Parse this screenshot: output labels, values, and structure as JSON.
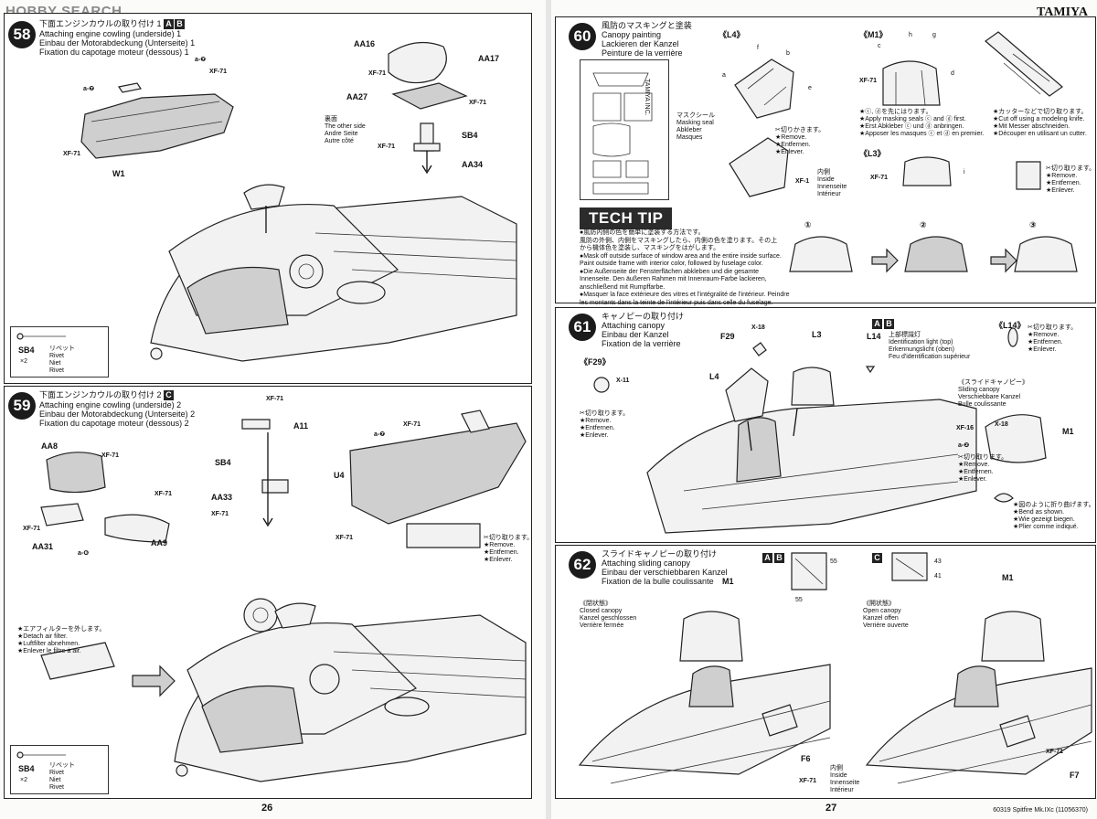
{
  "watermark": "HOBBY SEARCH",
  "brand": "TAMIYA",
  "footer_product": "60319 Spitfire Mk.IXc (11056370)",
  "page_left": "26",
  "page_right": "27",
  "step58": {
    "number": "58",
    "badges": [
      "A",
      "B"
    ],
    "title_jp": "下面エンジンカウルの取り付け 1",
    "title_en": "Attaching engine cowling (underside) 1",
    "title_de": "Einbau der Motorabdeckung (Unterseite) 1",
    "title_fr": "Fixation du capotage moteur (dessous) 1",
    "labels": [
      "AA16",
      "AA17",
      "AA27",
      "SB4",
      "AA34",
      "W1"
    ],
    "paint": "XF-71",
    "decal_a7": "a-❼",
    "other_side": [
      "裏面",
      "The other side",
      "Andre Seite",
      "Autre côté"
    ],
    "rivet_label": "SB4",
    "rivet_qty": "×2",
    "rivet_names": [
      "リベット",
      "Rivet",
      "Niet",
      "Rivet"
    ]
  },
  "step59": {
    "number": "59",
    "badges": [
      "C"
    ],
    "title_jp": "下面エンジンカウルの取り付け 2",
    "title_en": "Attaching engine cowling (underside) 2",
    "title_de": "Einbau der Motorabdeckung (Unterseite) 2",
    "title_fr": "Fixation du capotage moteur (dessous) 2",
    "labels": [
      "AA8",
      "AA31",
      "AA9",
      "A11",
      "SB4",
      "AA33",
      "U4"
    ],
    "paint": "XF-71",
    "decal_a6": "a-❻",
    "decal_a7": "a-❼",
    "remove": [
      "✂切り取ります。",
      "★Remove.",
      "★Entfernen.",
      "★Enlever."
    ],
    "air_filter": [
      "★エアフィルターを外します。",
      "★Detach air filter.",
      "★Luftfilter abnehmen.",
      "★Enlever le filtre à air."
    ],
    "rivet_label": "SB4",
    "rivet_qty": "×2",
    "rivet_names": [
      "リベット",
      "Rivet",
      "Niet",
      "Rivet"
    ]
  },
  "step60": {
    "number": "60",
    "title_jp": "風防のマスキングと塗装",
    "title_en": "Canopy painting",
    "title_de": "Lackieren der Kanzel",
    "title_fr": "Peinture de la verrière",
    "mask_label": [
      "マスクシール",
      "Masking seal",
      "Abkleber",
      "Masques"
    ],
    "mask_brand": "TAMIYA INC.",
    "l4": "《L4》",
    "m1": "《M1》",
    "l3": "《L3》",
    "letters_l4": [
      "a",
      "b",
      "e",
      "f"
    ],
    "letters_m1": [
      "c",
      "h",
      "g",
      "d"
    ],
    "letter_l3": "i",
    "apply_first": [
      "★ⓒ, ⓓを先にはります。",
      "★Apply masking seals ⓒ and ⓓ first.",
      "★Erst Abkleber ⓒ und ⓓ anbringen.",
      "★Apposer les masques ⓒ et ⓓ en premier."
    ],
    "cut_knife": [
      "★カッターなどで切り取ります。",
      "★Cut off using a modeling knife.",
      "★Mit Messer abschneiden.",
      "★Découper en utilisant un cutter."
    ],
    "remove": [
      "✂切りかきます。",
      "★Remove.",
      "★Entfernen.",
      "★Enlever."
    ],
    "remove2": [
      "✂切り取ります。",
      "★Remove.",
      "★Entfernen.",
      "★Enlever."
    ],
    "inside": [
      "内側",
      "Inside",
      "Innenseite",
      "Intérieur"
    ],
    "paint1": "XF-71",
    "paint2": "XF-1"
  },
  "techtip": {
    "banner": "TECH TIP",
    "lines": [
      "●風防内側の色を簡単に塗装する方法です。",
      "風防の外側、内側をマスキングしたら、内側の色を塗ります。その上",
      "から機体色を塗装し、マスキングをはがします。",
      "●Mask off outside surface of window area and the entire inside surface.",
      "Paint outside frame with interior color, followed by fuselage color.",
      "●Die Außenseite der Fensterflächen abkleben und die gesamte",
      "Innenseite. Den äußeren Rahmen mit Innenraum-Farbe lackieren,",
      "anschließend mit Rumpffarbe.",
      "●Masquer la face extérieure des vitres et l'intégralité de l'intérieur. Peindre",
      "les montants dans la teinte de l'intérieur puis dans celle du fuselage."
    ],
    "steps": [
      "①",
      "②",
      "③"
    ]
  },
  "step61": {
    "number": "61",
    "badges": [
      "A",
      "B"
    ],
    "title_jp": "キャノピーの取り付け",
    "title_en": "Attaching canopy",
    "title_de": "Einbau der Kanzel",
    "title_fr": "Fixation de la verrière",
    "labels": [
      "F29",
      "X-18",
      "L3",
      "L4",
      "L14",
      "M1"
    ],
    "f29": "《F29》",
    "l14": "《L14》",
    "sliding": [
      "《スライドキャノピー》",
      "Sliding canopy",
      "Verschiebbare Kanzel",
      "Bulle coulissante"
    ],
    "id_light": [
      "上部標識灯",
      "Identification light (top)",
      "Erkennungslicht (oben)",
      "Feu d'identification supérieur"
    ],
    "paint_x11": "X-11",
    "paint_xf16": "XF-16",
    "paint_x18": "X-18",
    "decal_a2": "a-❷",
    "remove": [
      "✂切り取ります。",
      "★Remove.",
      "★Entfernen.",
      "★Enlever."
    ],
    "bend": [
      "★図のように折り曲げます。",
      "★Bend as shown.",
      "★Wie gezeigt biegen.",
      "★Plier comme indiqué."
    ]
  },
  "step62": {
    "number": "62",
    "badges": [
      "A",
      "B",
      "C"
    ],
    "title_jp": "スライドキャノピーの取り付け",
    "title_en": "Attaching sliding canopy",
    "title_de": "Einbau der verschiebbaren Kanzel",
    "title_fr": "Fixation de la bulle coulissante",
    "closed": [
      "《閉状態》",
      "Closed canopy",
      "Kanzel geschlossen",
      "Verrière fermée"
    ],
    "open": [
      "《開状態》",
      "Open canopy",
      "Kanzel offen",
      "Verrière ouverte"
    ],
    "labels": [
      "M1",
      "M1",
      "F6",
      "F7"
    ],
    "callouts": [
      "55",
      "55",
      "43",
      "41"
    ],
    "inside": [
      "内側",
      "Inside",
      "Innenseite",
      "Intérieur"
    ],
    "paint": "XF-71"
  }
}
